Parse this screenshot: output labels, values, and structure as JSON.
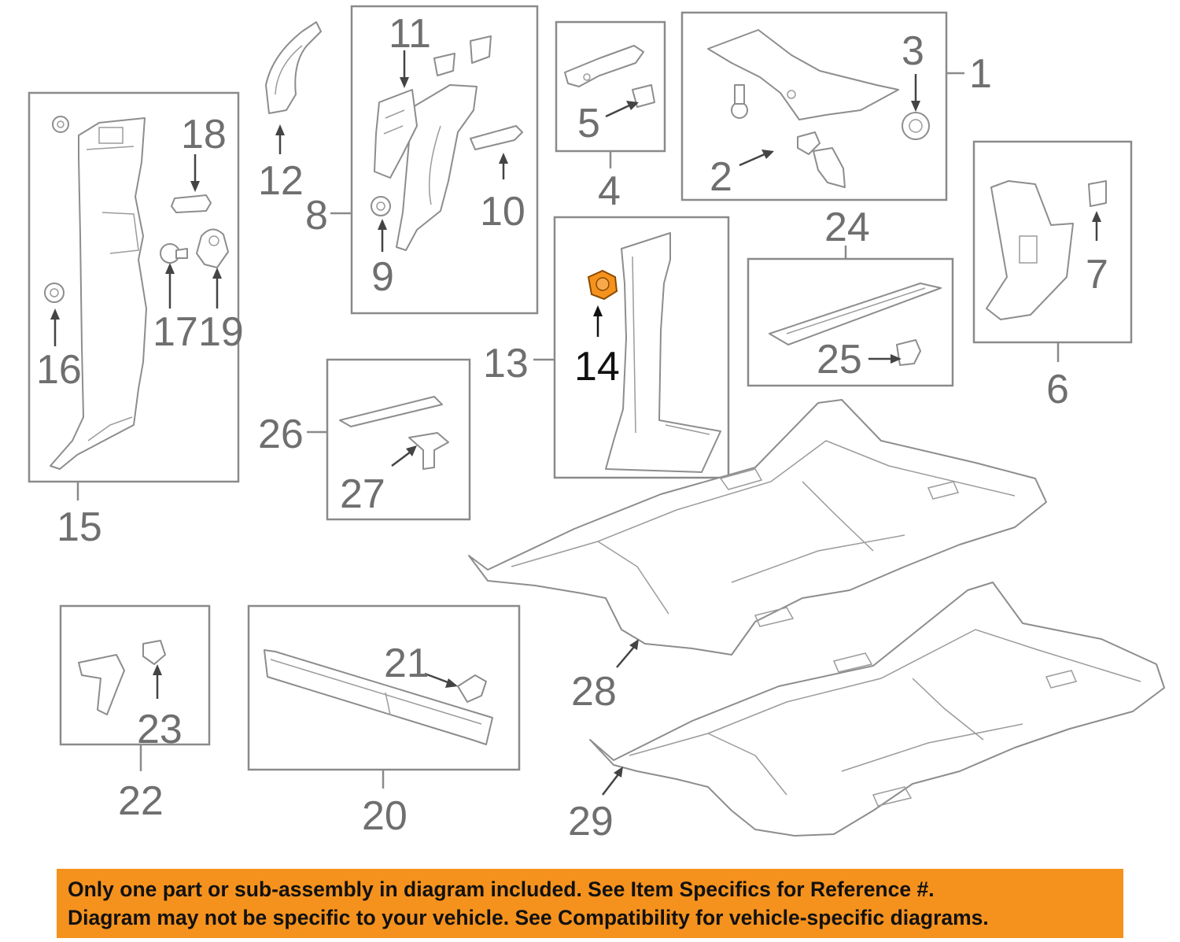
{
  "diagram": {
    "callouts": {
      "c1": "1",
      "c2": "2",
      "c3": "3",
      "c4": "4",
      "c5": "5",
      "c6": "6",
      "c7": "7",
      "c8": "8",
      "c9": "9",
      "c10": "10",
      "c11": "11",
      "c12": "12",
      "c13": "13",
      "c14": "14",
      "c15": "15",
      "c16": "16",
      "c17": "17",
      "c18": "18",
      "c19": "19",
      "c20": "20",
      "c21": "21",
      "c22": "22",
      "c23": "23",
      "c24": "24",
      "c25": "25",
      "c26": "26",
      "c27": "27",
      "c28": "28",
      "c29": "29"
    },
    "highlighted_part": "14",
    "highlight_color": "#f5921e",
    "line_color": "#8a8a8a"
  },
  "banner": {
    "background": "#f5921e",
    "line1": "Only one part or sub-assembly in diagram included. See Item Specifics for Reference #.",
    "line2": "Diagram may not be specific to your vehicle. See Compatibility for vehicle-specific diagrams."
  }
}
